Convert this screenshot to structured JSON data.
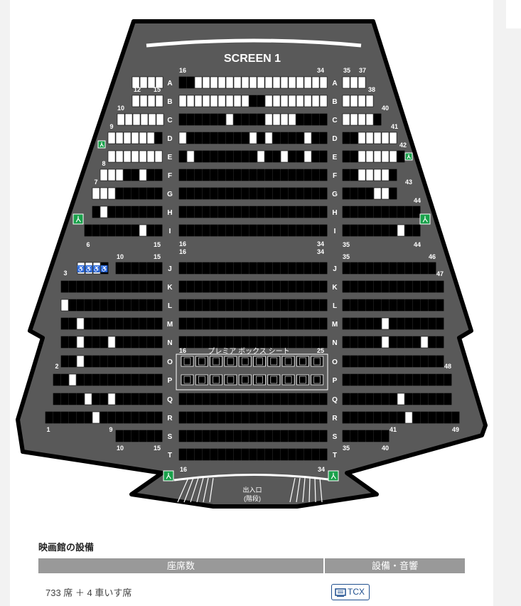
{
  "theater": {
    "screen_label": "SCREEN 1",
    "premium_label": "プレミア ボックス シート",
    "exit_label": "出入口",
    "exit_sub": "(階段)",
    "rows": [
      "A",
      "B",
      "C",
      "D",
      "E",
      "F",
      "G",
      "H",
      "I",
      "J",
      "K",
      "L",
      "M",
      "N",
      "O",
      "P",
      "Q",
      "R",
      "S",
      "T"
    ],
    "seat_numbers": {
      "n16_top": "16",
      "n34_top": "34",
      "n35_top": "35",
      "n37": "37",
      "n38": "38",
      "n40": "40",
      "n41": "41",
      "n42": "42",
      "n43": "43",
      "n44": "44",
      "n12": "12",
      "n15a": "15",
      "n10": "10",
      "n9": "9",
      "n8": "8",
      "n7": "7",
      "n6": "6",
      "n15b": "15",
      "n16b": "16",
      "n34b": "34",
      "n35b": "35",
      "n44b": "44",
      "n16c": "16",
      "n34c": "34",
      "n10b": "10",
      "n15c": "15",
      "n3": "3",
      "n35c": "35",
      "n46": "46",
      "n47": "47",
      "n16d": "16",
      "n25": "25",
      "n2": "2",
      "n48": "48",
      "n1": "1",
      "n9b": "9",
      "n41b": "41",
      "n49": "49",
      "n10c": "10",
      "n15d": "15",
      "n35d": "35",
      "n40b": "40",
      "n16e": "16",
      "n34e": "34"
    }
  },
  "facilities": {
    "title": "映画館の設備",
    "col_seats": "座席数",
    "col_equipment": "設備・音響",
    "seats_value": "733 席 ＋ 4 車いす席",
    "equipment_badge": "TCX",
    "equipment_icon": "tcx-screen-icon"
  },
  "colors": {
    "hall_fill": "#595959",
    "hall_border": "#000000",
    "seat_taken": "#000000",
    "seat_free": "#ffffff",
    "exit_green": "#1aa14b",
    "header_gray": "#999999",
    "badge_blue": "#1f4f8f"
  }
}
